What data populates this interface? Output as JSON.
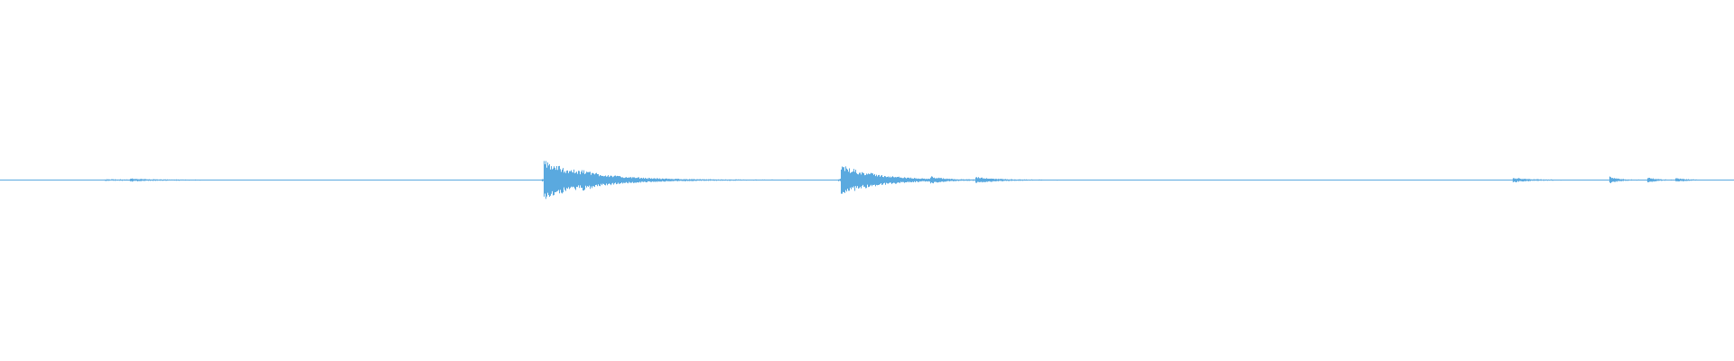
{
  "waveform": {
    "color": "#5aa9df",
    "background": "#ffffff",
    "baseline_level": 0.0,
    "events": [
      {
        "name": "noise-blip-1",
        "time_fraction": 0.06,
        "amplitude": 0.03,
        "decay": 0.02
      },
      {
        "name": "noise-blip-2",
        "time_fraction": 0.075,
        "amplitude": 0.04,
        "decay": 0.015
      },
      {
        "name": "transient-peak-1",
        "time_fraction": 0.3135,
        "amplitude": 0.93,
        "decay": 0.025
      },
      {
        "name": "transient-echo-1",
        "time_fraction": 0.335,
        "amplitude": 0.12,
        "decay": 0.01
      },
      {
        "name": "transient-peak-2",
        "time_fraction": 0.4845,
        "amplitude": 0.75,
        "decay": 0.02
      },
      {
        "name": "noise-blip-3",
        "time_fraction": 0.536,
        "amplitude": 0.12,
        "decay": 0.006
      },
      {
        "name": "noise-blip-4",
        "time_fraction": 0.562,
        "amplitude": 0.12,
        "decay": 0.012
      },
      {
        "name": "noise-blip-5",
        "time_fraction": 0.872,
        "amplitude": 0.1,
        "decay": 0.01
      },
      {
        "name": "noise-blip-6",
        "time_fraction": 0.928,
        "amplitude": 0.15,
        "decay": 0.005
      },
      {
        "name": "noise-blip-7",
        "time_fraction": 0.95,
        "amplitude": 0.12,
        "decay": 0.005
      },
      {
        "name": "noise-blip-8",
        "time_fraction": 0.966,
        "amplitude": 0.08,
        "decay": 0.006
      }
    ]
  }
}
